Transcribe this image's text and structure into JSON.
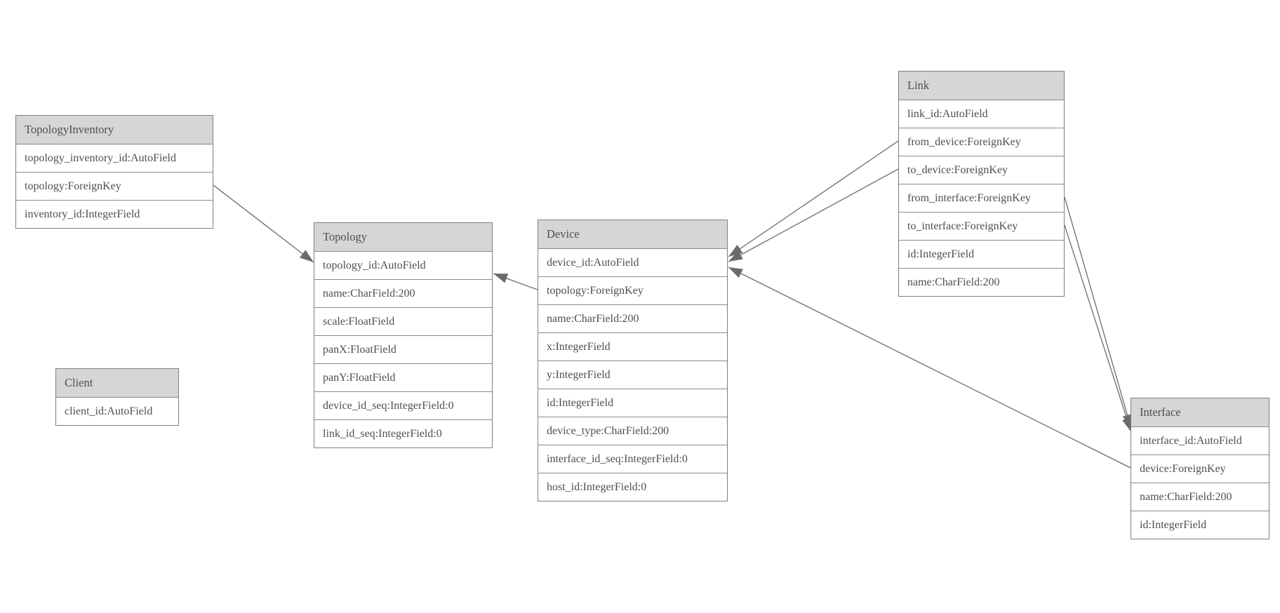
{
  "diagram": {
    "type": "entity-relationship-model-graph",
    "background_color": "#ffffff",
    "header_fill_color": "#d6d6d6",
    "row_fill_color": "#ffffff",
    "border_color": "#7f7f7f",
    "text_color": "#4f4f4f",
    "edge_color": "#6b6b6b"
  },
  "tables": {
    "topology_inventory": {
      "title": "TopologyInventory",
      "fields": [
        "topology_inventory_id:AutoField",
        "topology:ForeignKey",
        "inventory_id:IntegerField"
      ]
    },
    "topology": {
      "title": "Topology",
      "fields": [
        "topology_id:AutoField",
        "name:CharField:200",
        "scale:FloatField",
        "panX:FloatField",
        "panY:FloatField",
        "device_id_seq:IntegerField:0",
        "link_id_seq:IntegerField:0"
      ]
    },
    "client": {
      "title": "Client",
      "fields": [
        "client_id:AutoField"
      ]
    },
    "device": {
      "title": "Device",
      "fields": [
        "device_id:AutoField",
        "topology:ForeignKey",
        "name:CharField:200",
        "x:IntegerField",
        "y:IntegerField",
        "id:IntegerField",
        "device_type:CharField:200",
        "interface_id_seq:IntegerField:0",
        "host_id:IntegerField:0"
      ]
    },
    "link": {
      "title": "Link",
      "fields": [
        "link_id:AutoField",
        "from_device:ForeignKey",
        "to_device:ForeignKey",
        "from_interface:ForeignKey",
        "to_interface:ForeignKey",
        "id:IntegerField",
        "name:CharField:200"
      ]
    },
    "interface": {
      "title": "Interface",
      "fields": [
        "interface_id:AutoField",
        "device:ForeignKey",
        "name:CharField:200",
        "id:IntegerField"
      ]
    }
  },
  "relationships": [
    {
      "from": "TopologyInventory.topology",
      "to": "Topology.topology_id"
    },
    {
      "from": "Device.topology",
      "to": "Topology.topology_id"
    },
    {
      "from": "Link.from_device",
      "to": "Device.device_id"
    },
    {
      "from": "Link.to_device",
      "to": "Device.device_id"
    },
    {
      "from": "Interface.device",
      "to": "Device.device_id"
    },
    {
      "from": "Link.from_interface",
      "to": "Interface.interface_id"
    },
    {
      "from": "Link.to_interface",
      "to": "Interface.interface_id"
    }
  ]
}
